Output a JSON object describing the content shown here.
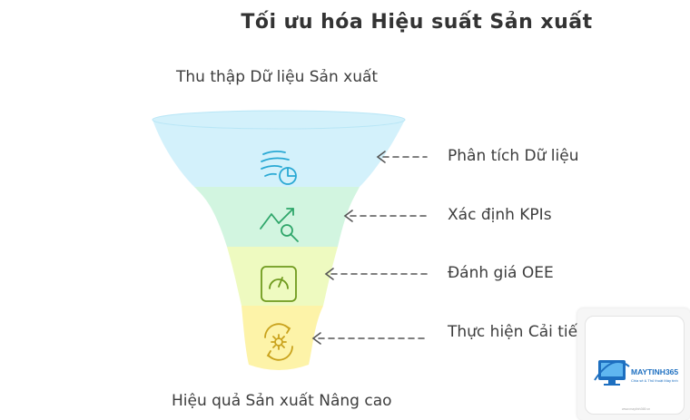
{
  "title": "Tối ưu hóa Hiệu suất Sản xuất",
  "top_label": "Thu thập Dữ liệu Sản xuất",
  "bottom_label": "Hiệu quả Sản xuất Nâng cao",
  "stages": [
    {
      "label": "Phân tích Dữ liệu",
      "icon": "data-wind-chart-icon",
      "fill": "#d3f1fb",
      "stroke": "#2aa9d4"
    },
    {
      "label": "Xác định KPIs",
      "icon": "trend-magnifier-icon",
      "fill": "#d2f5e0",
      "stroke": "#2fa66a"
    },
    {
      "label": "Đánh giá OEE",
      "icon": "gauge-icon",
      "fill": "#eefac0",
      "stroke": "#6f9a1e"
    },
    {
      "label": "Thực hiện Cải tiến",
      "icon": "gear-cycle-icon",
      "fill": "#fdf3a8",
      "stroke": "#c9a21c"
    }
  ],
  "watermark": {
    "brand": "MAYTINH365",
    "tagline": "Chia sẻ & Thủ thuật Máy tính",
    "url": "www.maytinh365.vn"
  }
}
